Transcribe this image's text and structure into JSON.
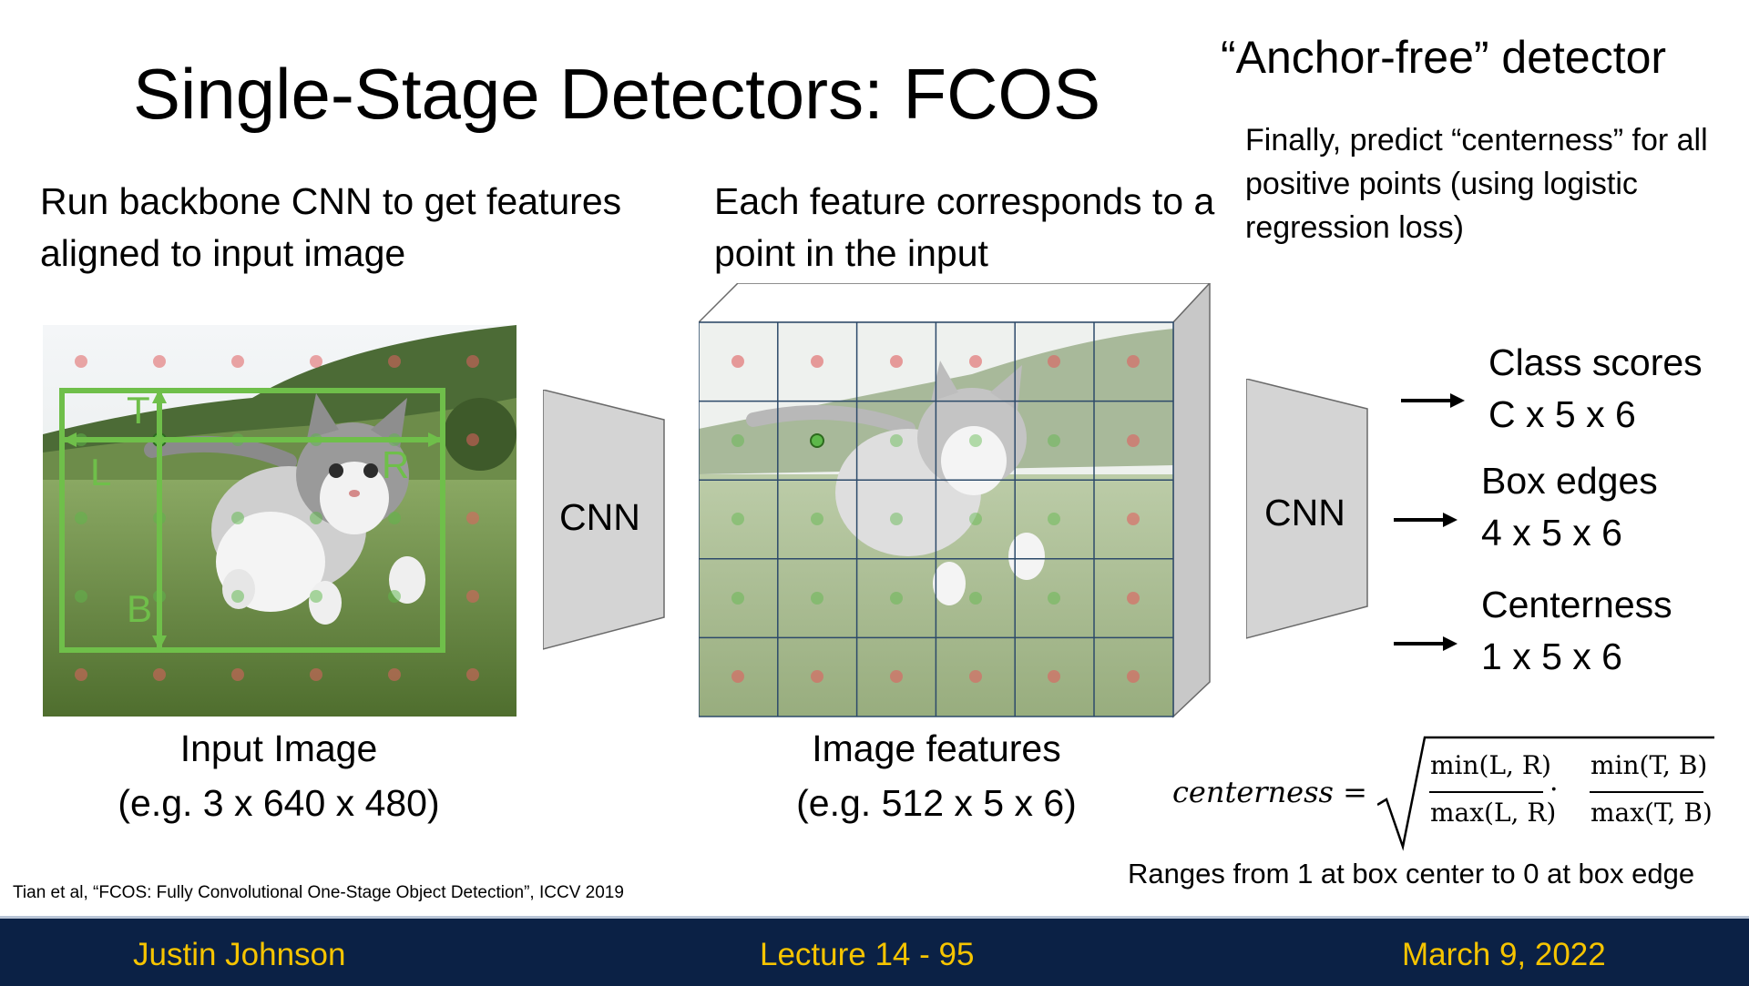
{
  "slide": {
    "title": "Single-Stage Detectors: FCOS",
    "anchor_title": "“Anchor-free” detector",
    "anchor_note": "Finally, predict “centerness” for all positive points (using logistic regression loss)",
    "left_text": "Run backbone CNN to get features aligned to input image",
    "mid_text": "Each feature corresponds to a point in the input",
    "input_caption_1": "Input Image",
    "input_caption_2": "(e.g. 3 x 640 x 480)",
    "features_caption_1": "Image features",
    "features_caption_2": "(e.g. 512 x 5 x 6)",
    "cnn_label_1": "CNN",
    "cnn_label_2": "CNN",
    "box_labels": {
      "t": "T",
      "l": "L",
      "r": "R",
      "b": "B"
    },
    "outputs": [
      {
        "name": "Class scores",
        "shape": "C x 5 x 6"
      },
      {
        "name": "Box edges",
        "shape": "4 x 5 x 6"
      },
      {
        "name": "Centerness",
        "shape": "1 x 5 x 6"
      }
    ],
    "formula": {
      "lhs": "centerness =",
      "num1": "min(L, R)",
      "den1": "max(L, R)",
      "dot": "·",
      "num2": "min(T, B)",
      "den2": "max(T, B)"
    },
    "ranges_text": "Ranges from 1 at box center to 0 at box edge",
    "citation": "Tian et al, “FCOS: Fully Convolutional One-Stage Object Detection”, ICCV 2019"
  },
  "footer": {
    "left": "Justin Johnson",
    "center": "Lecture 14 -  95",
    "right": "March 9, 2022"
  },
  "colors": {
    "footer_bg": "#0b2145",
    "footer_text": "#f6c400",
    "box_green": "#6fbf4a",
    "dot_red": "#e06060",
    "dot_green": "#5db84a",
    "cnn_gray": "#d4d4d4"
  }
}
